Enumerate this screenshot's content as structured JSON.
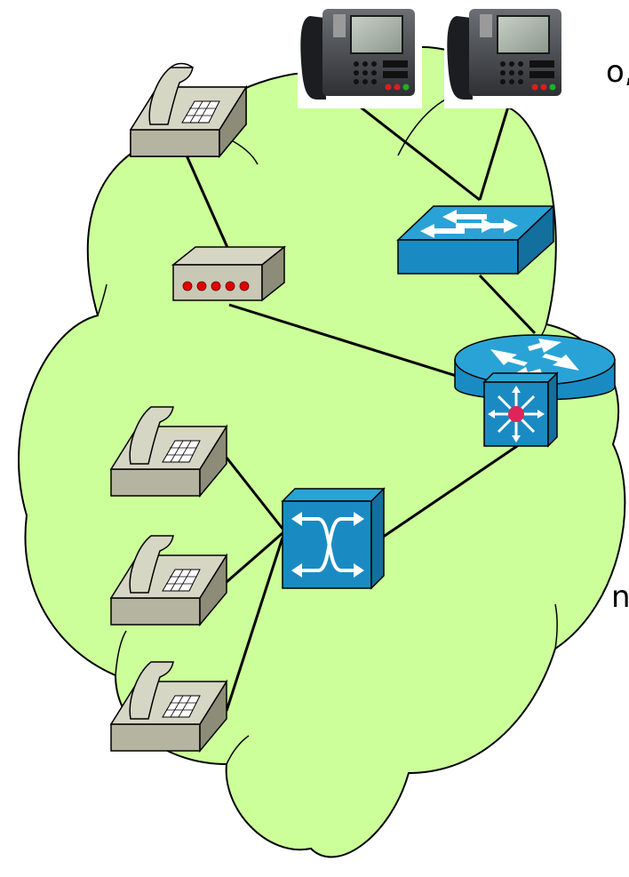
{
  "cloud_color": "#ccff99",
  "edge_text": {
    "top_left_fragment": "o,",
    "left_fragment": "n"
  },
  "nodes": [
    {
      "id": "ip-phone-1",
      "kind": "ip-phone",
      "icon": "ip-phone-icon"
    },
    {
      "id": "ip-phone-2",
      "kind": "ip-phone",
      "icon": "ip-phone-icon"
    },
    {
      "id": "analog-phone-top",
      "kind": "analog-phone",
      "icon": "telephone-icon"
    },
    {
      "id": "modem",
      "kind": "modem",
      "icon": "modem-icon"
    },
    {
      "id": "workgroup-switch",
      "kind": "switch",
      "icon": "switch-icon"
    },
    {
      "id": "router",
      "kind": "router",
      "icon": "router-icon"
    },
    {
      "id": "multilayer-switch",
      "kind": "multilayer-switch",
      "icon": "multilayer-switch-icon"
    },
    {
      "id": "atm-switch",
      "kind": "atm-switch",
      "icon": "atm-switch-icon"
    },
    {
      "id": "analog-phone-1",
      "kind": "analog-phone",
      "icon": "telephone-icon"
    },
    {
      "id": "analog-phone-2",
      "kind": "analog-phone",
      "icon": "telephone-icon"
    },
    {
      "id": "analog-phone-3",
      "kind": "analog-phone",
      "icon": "telephone-icon"
    }
  ],
  "links": [
    {
      "from": "ip-phone-1",
      "to": "workgroup-switch"
    },
    {
      "from": "ip-phone-2",
      "to": "workgroup-switch"
    },
    {
      "from": "analog-phone-top",
      "to": "modem"
    },
    {
      "from": "modem",
      "to": "router"
    },
    {
      "from": "workgroup-switch",
      "to": "router"
    },
    {
      "from": "multilayer-switch",
      "to": "atm-switch"
    },
    {
      "from": "analog-phone-1",
      "to": "atm-switch"
    },
    {
      "from": "analog-phone-2",
      "to": "atm-switch"
    },
    {
      "from": "analog-phone-3",
      "to": "atm-switch"
    }
  ]
}
